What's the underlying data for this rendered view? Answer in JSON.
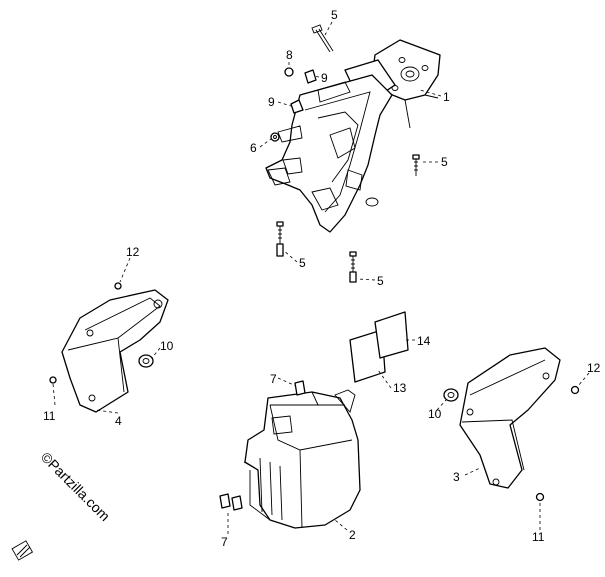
{
  "callouts": {
    "c1": "1",
    "c2": "2",
    "c3": "3",
    "c4": "4",
    "c5a": "5",
    "c5b": "5",
    "c5c": "5",
    "c5d": "5",
    "c6": "6",
    "c7a": "7",
    "c7b": "7",
    "c8": "8",
    "c9a": "9",
    "c9b": "9",
    "c10a": "10",
    "c10b": "10",
    "c11a": "11",
    "c11b": "11",
    "c12a": "12",
    "c12b": "12",
    "c13": "13",
    "c14": "14"
  },
  "watermark": {
    "text": "©Partzilla.com"
  }
}
